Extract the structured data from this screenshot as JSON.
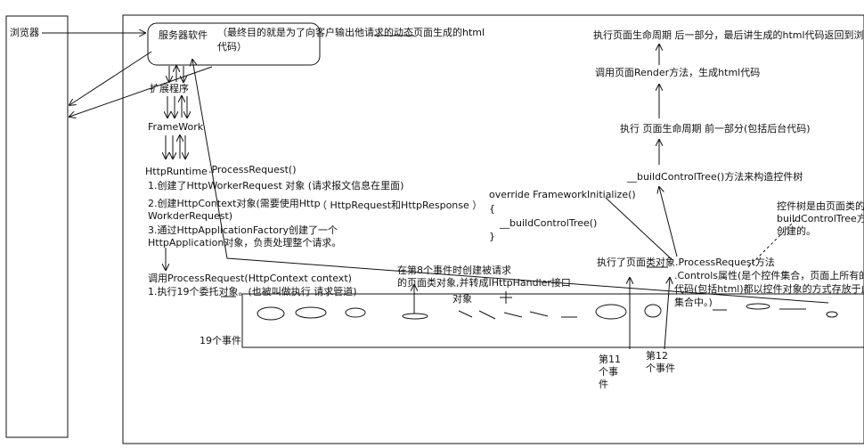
{
  "texts": {
    "browser": "浏览器",
    "server_software": "服务器软件",
    "server_note": "（最终目的就是为了向客户输出他请求的动态页面生成的html",
    "server_note2": "代码）",
    "extension": "扩展程序",
    "framework": "FrameWork",
    "httpruntime": "HttpRuntime",
    "process_request": ".ProcessRequest()",
    "step1": "1.创建了HttpWorkerRequest 对象 (请求报文信息在里面)",
    "step2a": "2.创建HttpContext对象(需要使用Http",
    "step2b": "（ HttpRequest和HttpResponse ）",
    "step2c": "WorkderRequest)",
    "step3a": "3.通过HttpApplicationFactory创建了一个",
    "step3b": "HttpApplication对象，负责处理整个请求。",
    "call_pr": "调用ProcessRequest(HttpContext context)",
    "exec19": "1.执行19个委托对象。(也被叫做执行 请求管道)",
    "event8a": "在第8个事件时创建被请求",
    "event8b": "的页面类对象,并转成IHttpHandler接口",
    "event8c": "对象",
    "events19": "19个事件",
    "event11a": "第11",
    "event11b": "个事",
    "event11c": "件",
    "event12a": "第12",
    "event12b": "个事件",
    "override": "override FrameworkInitialize()",
    "brace_open": "{",
    "build_call": "__buildControlTree()",
    "brace_close": "}",
    "page_exec": "执行了页面类对象.ProcessRequest方法",
    "controls_a": ".Controls属性(是个控件集合，页面上所有的",
    "controls_b": "代码(包括html)都以控件对象的方式存放于此",
    "controls_c": "集合中。)",
    "ctrl_tree_a": "控件树是由页面类的",
    "ctrl_tree_b": "buildControlTree方法",
    "ctrl_tree_c": "创建的。",
    "build_tree": "__buildControlTree()方法来构造控件树",
    "exec_front": "执行 页面生命周期 前一部分(包括后台代码)",
    "render": "调用页面Render方法，生成html代码",
    "exec_back": "执行页面生命周期 后一部分，最后讲生成的html代码返回到浏览器"
  }
}
